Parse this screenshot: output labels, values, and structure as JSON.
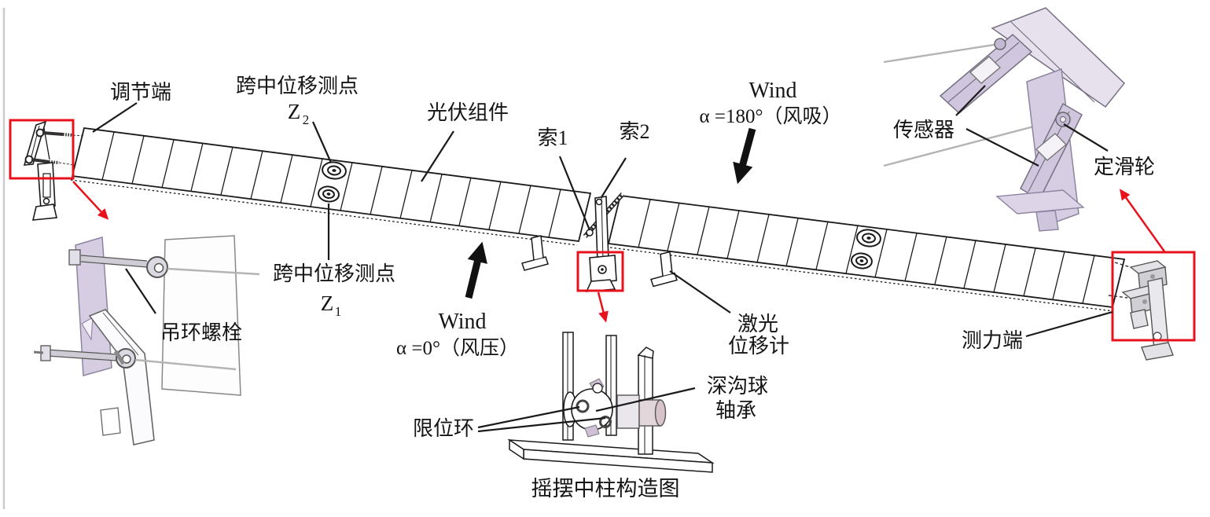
{
  "figure": {
    "type": "experimental-setup-diagram",
    "description_caption": "摇摆中柱构造图"
  },
  "main": {
    "labels": {
      "adjustment_end": "调节端",
      "midspan_point": "跨中位移测点",
      "z": "Z",
      "z2_sub": "2",
      "z1_sub": "1",
      "pv_module": "光伏组件",
      "cable_1": "索1",
      "cable_2": "索2",
      "wind": "Wind",
      "wind_suction": "α =180°（风吸）",
      "wind_pressure": "α =0°（风压）",
      "sensor": "传感器",
      "fixed_pulley": "定滑轮",
      "laser_line1": "激光",
      "laser_line2": "位移计",
      "force_end": "测力端",
      "eye_bolt": "吊环螺栓"
    }
  },
  "detail": {
    "labels": {
      "limit_ring": "限位环",
      "bearing_line1": "深沟球",
      "bearing_line2": "轴承",
      "caption": "摇摆中柱构造图"
    }
  },
  "colors": {
    "line": "#1a1a1a",
    "annotation_red": "#e8121c",
    "lavender": "#d6cde2",
    "lavender_dark": "#b9aecb",
    "metal_gray": "#d9d9de",
    "cable_gray": "#b4b4b4"
  }
}
